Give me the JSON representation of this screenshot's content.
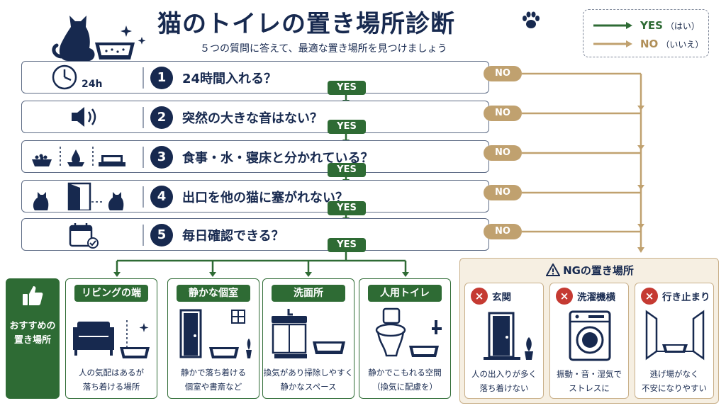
{
  "header": {
    "title": "猫のトイレの置き場所診断",
    "subtitle": "５つの質問に答えて、最適な置き場所を見つけましょう"
  },
  "legend": {
    "yes_label": "YES",
    "yes_sub": "（はい）",
    "no_label": "NO",
    "no_sub": "（いいえ）"
  },
  "colors": {
    "yes": "#2e6b34",
    "no": "#c0a16f",
    "navy": "#17294f",
    "ng_bg": "#f6efe2",
    "ng_x": "#c53a32"
  },
  "questions": [
    {
      "num": "1",
      "text": "24時間入れる？",
      "icon": "clock-24h-icon",
      "icon_text": "24h"
    },
    {
      "num": "2",
      "text": "突然の大きな音はない？",
      "icon": "speaker-icon"
    },
    {
      "num": "3",
      "text": "食事・水・寝床と分かれている？",
      "icon": "food-water-bed-icon"
    },
    {
      "num": "4",
      "text": "出口を他の猫に塞がれない？",
      "icon": "cats-door-icon"
    },
    {
      "num": "5",
      "text": "毎日確認できる？",
      "icon": "calendar-check-icon"
    }
  ],
  "badges": {
    "yes": "YES",
    "no": "NO"
  },
  "recommended": {
    "side_label_1": "おすすめの",
    "side_label_2": "置き場所",
    "places": [
      {
        "name": "リビングの端",
        "desc_1": "人の気配はあるが",
        "desc_2": "落ち着ける場所"
      },
      {
        "name": "静かな個室",
        "desc_1": "静かで落ち着ける",
        "desc_2": "個室や書斎など"
      },
      {
        "name": "洗面所",
        "desc_1": "換気があり掃除しやすく",
        "desc_2": "静かなスペース"
      },
      {
        "name": "人用トイレ",
        "desc_1": "静かでこもれる空間",
        "desc_2": "（換気に配慮を）"
      }
    ]
  },
  "ng": {
    "title": "NGの置き場所",
    "places": [
      {
        "mark": "×",
        "name": "玄関",
        "desc_1": "人の出入りが多く",
        "desc_2": "落ち着けない"
      },
      {
        "mark": "×",
        "name": "洗濯機横",
        "desc_1": "振動・音・湿気で",
        "desc_2": "ストレスに"
      },
      {
        "mark": "×",
        "name": "行き止まり",
        "desc_1": "逃げ場がなく",
        "desc_2": "不安になりやすい"
      }
    ]
  }
}
